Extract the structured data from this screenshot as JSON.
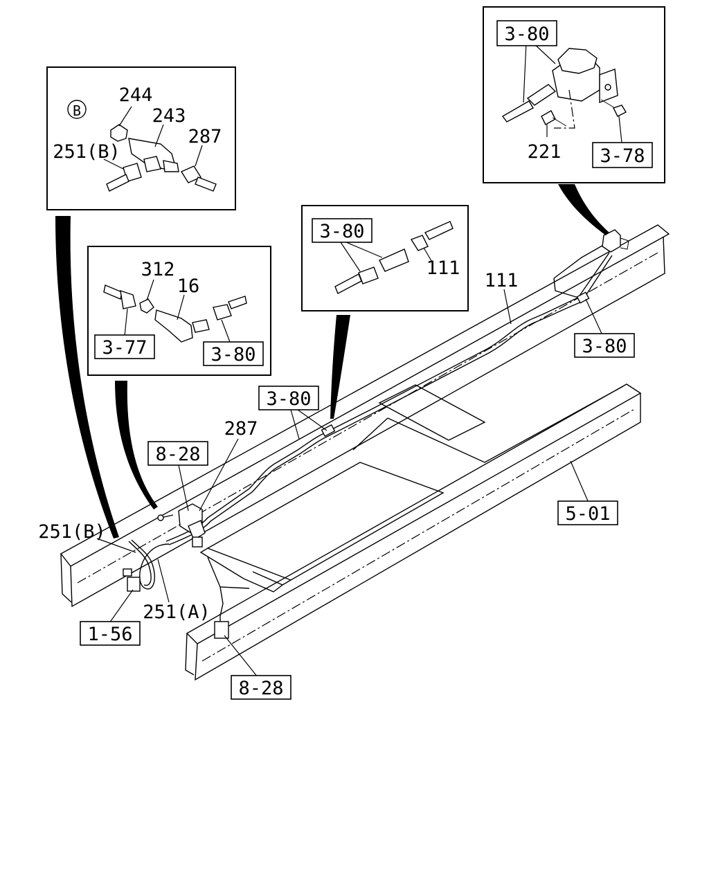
{
  "insets": {
    "inset_top_right": {
      "ref_top": "3-80",
      "ref_bottom": "3-78",
      "num_bolt": "221"
    },
    "inset_top_left": {
      "circle_mark": "B",
      "num_nut": "244",
      "num_tee": "243",
      "num_hose_left": "251(B)",
      "num_hose_right": "287"
    },
    "inset_middle_left": {
      "num_nut": "312",
      "num_elbow": "16",
      "ref_left": "3-77",
      "ref_right": "3-80"
    },
    "inset_middle": {
      "ref_top": "3-80",
      "num_pipe": "111"
    }
  },
  "main": {
    "pipe_111": "111",
    "ref_3_80_right": "3-80",
    "ref_3_80_mid": "3-80",
    "num_287": "287",
    "ref_8_28_top": "8-28",
    "ref_5_01": "5-01",
    "num_251b": "251(B)",
    "num_251a": "251(A)",
    "ref_1_56": "1-56",
    "ref_8_28_bottom": "8-28"
  }
}
